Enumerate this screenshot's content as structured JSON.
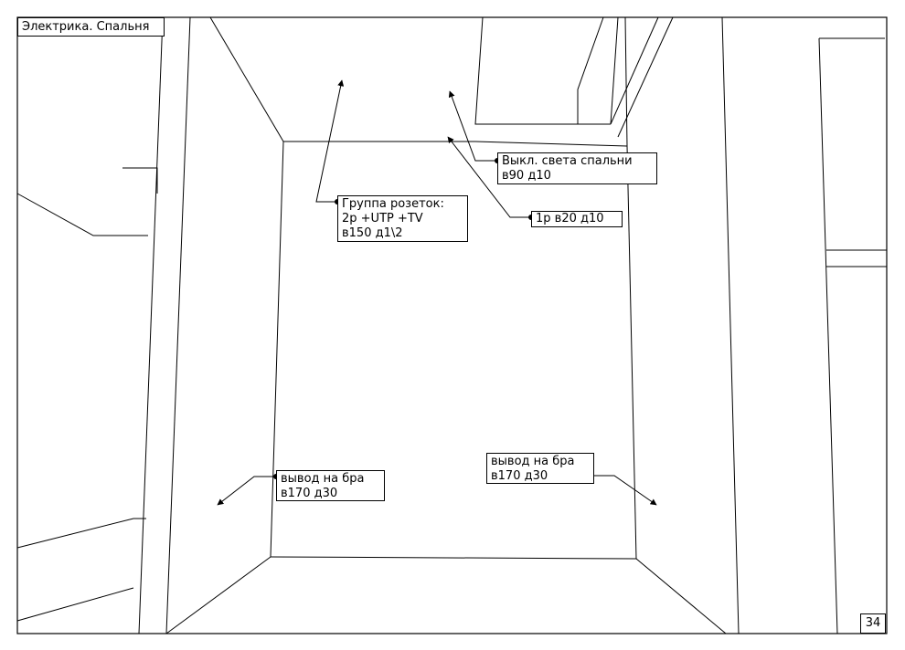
{
  "sheet": {
    "title": "Электрика. Спальня",
    "page_number": "34"
  },
  "annotations": {
    "switch": {
      "line1": "Выкл. света спальни",
      "line2": "в90 д10"
    },
    "socket_group": {
      "line1": "Группа розеток:",
      "line2": "2р +UTP +TV",
      "line3": "в150 д1\\2"
    },
    "single_socket": {
      "line1": "1р в20 д10"
    },
    "sconce_left": {
      "line1": "вывод на бра",
      "line2": "в170 д30"
    },
    "sconce_right": {
      "line1": "вывод на бра",
      "line2": "в170 д30"
    }
  },
  "colors": {
    "line": "#000000",
    "background": "#ffffff"
  }
}
